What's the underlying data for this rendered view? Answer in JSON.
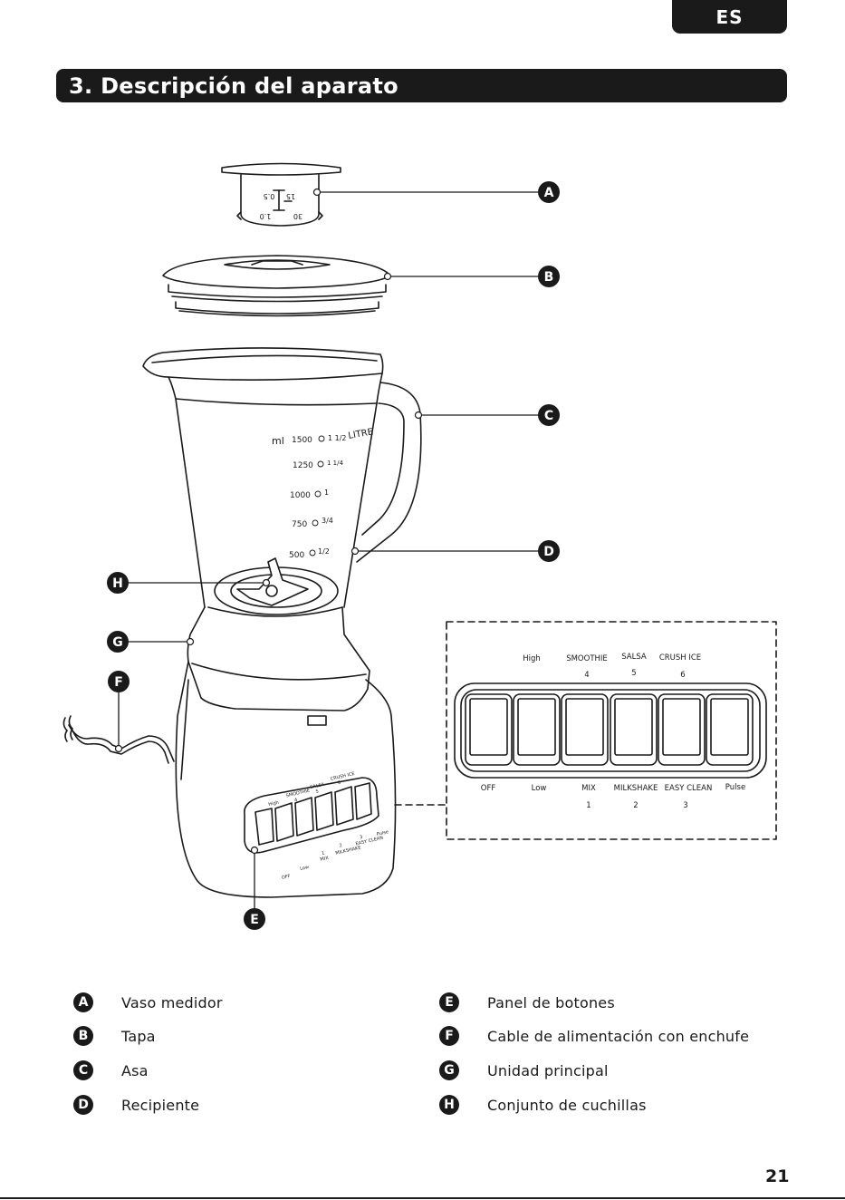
{
  "language_tab": "ES",
  "section_title": "3. Descripción del aparato",
  "page_number": "21",
  "callouts": {
    "A": "A",
    "B": "B",
    "C": "C",
    "D": "D",
    "E": "E",
    "F": "F",
    "G": "G",
    "H": "H"
  },
  "measuring_cup_marks": {
    "left_top": "0.5",
    "left_bottom": "1.0",
    "right_top": "15",
    "right_bottom": "30"
  },
  "jar_scale": {
    "unit": "ml",
    "marks": [
      {
        "ml": "1500",
        "litre": "1 1/2"
      },
      {
        "ml": "1250",
        "litre": "1 1/4"
      },
      {
        "ml": "1000",
        "litre": "1"
      },
      {
        "ml": "750",
        "litre": "3/4"
      },
      {
        "ml": "500",
        "litre": "1/2"
      }
    ],
    "litre_label": "LITRE"
  },
  "control_panel": {
    "top_labels": [
      "High",
      "SMOOTHIE",
      "SALSA",
      "CRUSH ICE"
    ],
    "top_numbers": [
      "4",
      "5",
      "6"
    ],
    "bottom_labels": [
      "OFF",
      "Low",
      "MIX",
      "MILKSHAKE",
      "EASY CLEAN",
      "Pulse"
    ],
    "bottom_numbers": [
      "1",
      "2",
      "3"
    ]
  },
  "legend": {
    "left": [
      {
        "letter": "A",
        "text": "Vaso medidor"
      },
      {
        "letter": "B",
        "text": "Tapa"
      },
      {
        "letter": "C",
        "text": "Asa"
      },
      {
        "letter": "D",
        "text": "Recipiente"
      }
    ],
    "right": [
      {
        "letter": "E",
        "text": "Panel de botones"
      },
      {
        "letter": "F",
        "text": "Cable de alimentación con enchufe"
      },
      {
        "letter": "G",
        "text": "Unidad principal"
      },
      {
        "letter": "H",
        "text": "Conjunto de cuchillas"
      }
    ]
  }
}
